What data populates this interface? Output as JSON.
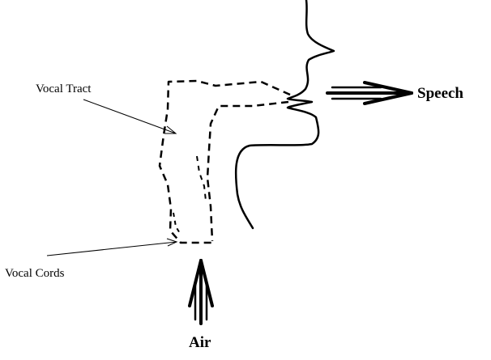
{
  "labels": {
    "vocal_tract": "Vocal Tract",
    "vocal_cords": "Vocal Cords",
    "speech": "Speech",
    "air": "Air"
  },
  "colors": {
    "ink": "#000000",
    "background": "#ffffff"
  }
}
